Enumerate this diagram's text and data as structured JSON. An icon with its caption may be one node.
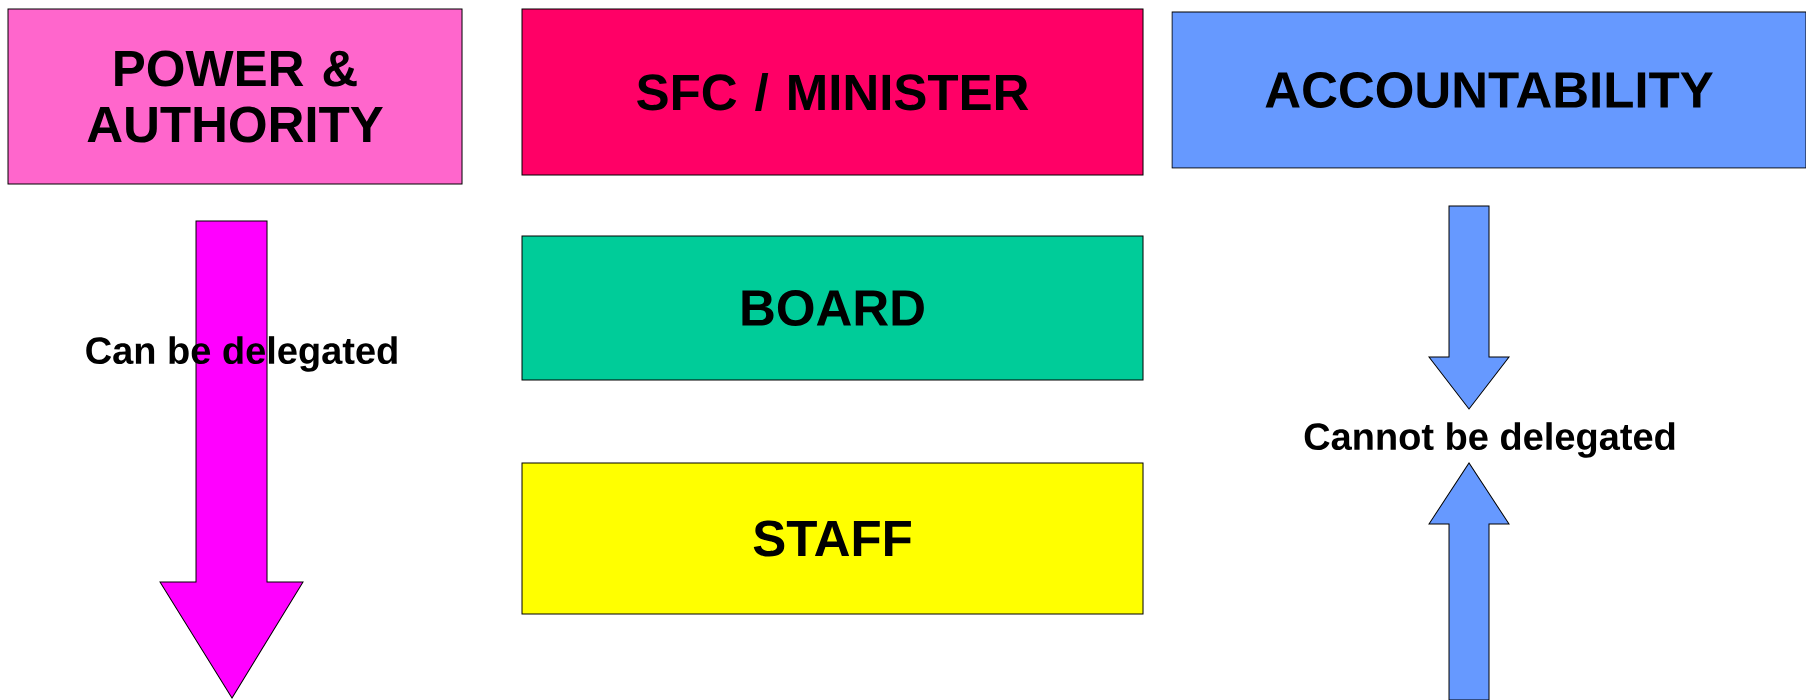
{
  "diagram": {
    "nodes": [
      {
        "text": [
          "POWER & AUTHORITY"
        ]
      },
      {
        "text": [
          "SFC / MINISTER"
        ]
      },
      {
        "text": [
          "ACCOUNTABILITY"
        ]
      },
      {
        "text": [
          "BOARD"
        ]
      },
      {
        "text": [
          "STAFF"
        ]
      }
    ],
    "labels": [
      "Can be delegated",
      "Cannot be delegated"
    ]
  }
}
